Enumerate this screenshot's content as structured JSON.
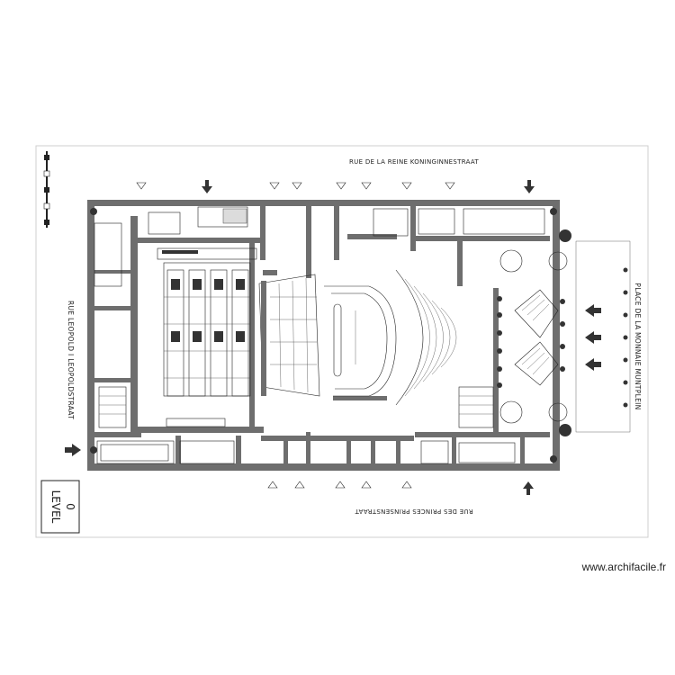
{
  "plan": {
    "street_north": "RUE DE LA REINE KONINGINNESTRAAT",
    "street_south": "RUE DES PRINCES PRINSENSTRAAT",
    "street_east": "PLACE DE LA MONNAIE MUNTPLEIN",
    "street_west": "RUE LEOPOLD I LEOPOLDSTRAAT",
    "level_label": "LEVEL",
    "level_number": "0"
  },
  "watermark": "www.archifacile.fr",
  "colors": {
    "wall": "#6e6e6e",
    "line": "#222222",
    "background": "#ffffff"
  }
}
